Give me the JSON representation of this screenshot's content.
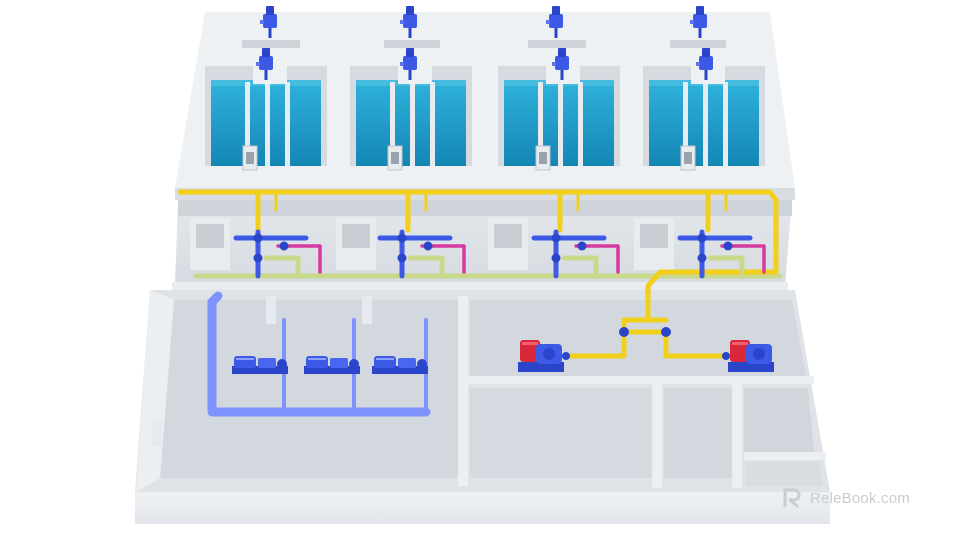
{
  "watermark": {
    "text": "ReleBook.com",
    "icon": "relebook-logo-icon"
  },
  "colors": {
    "concrete_top": "#f1f3f6",
    "concrete_side": "#dde1e6",
    "concrete_shadow": "#c9ced5",
    "water": "#1f9fc8",
    "water_light": "#4fc1e2",
    "pipe_yellow": "#f2cf1a",
    "pipe_yellow_dark": "#c9a70c",
    "pipe_blue": "#3d5ae6",
    "pipe_blue_light": "#7f93ff",
    "pipe_lime": "#c9d98a",
    "pipe_magenta": "#d43aa0",
    "pump_red": "#d8283a",
    "watermark": "#c9cdd2"
  },
  "elements": {
    "filter_tanks": 4,
    "mixer_units": 8,
    "pump_skids": 3,
    "large_pumps": 2
  }
}
